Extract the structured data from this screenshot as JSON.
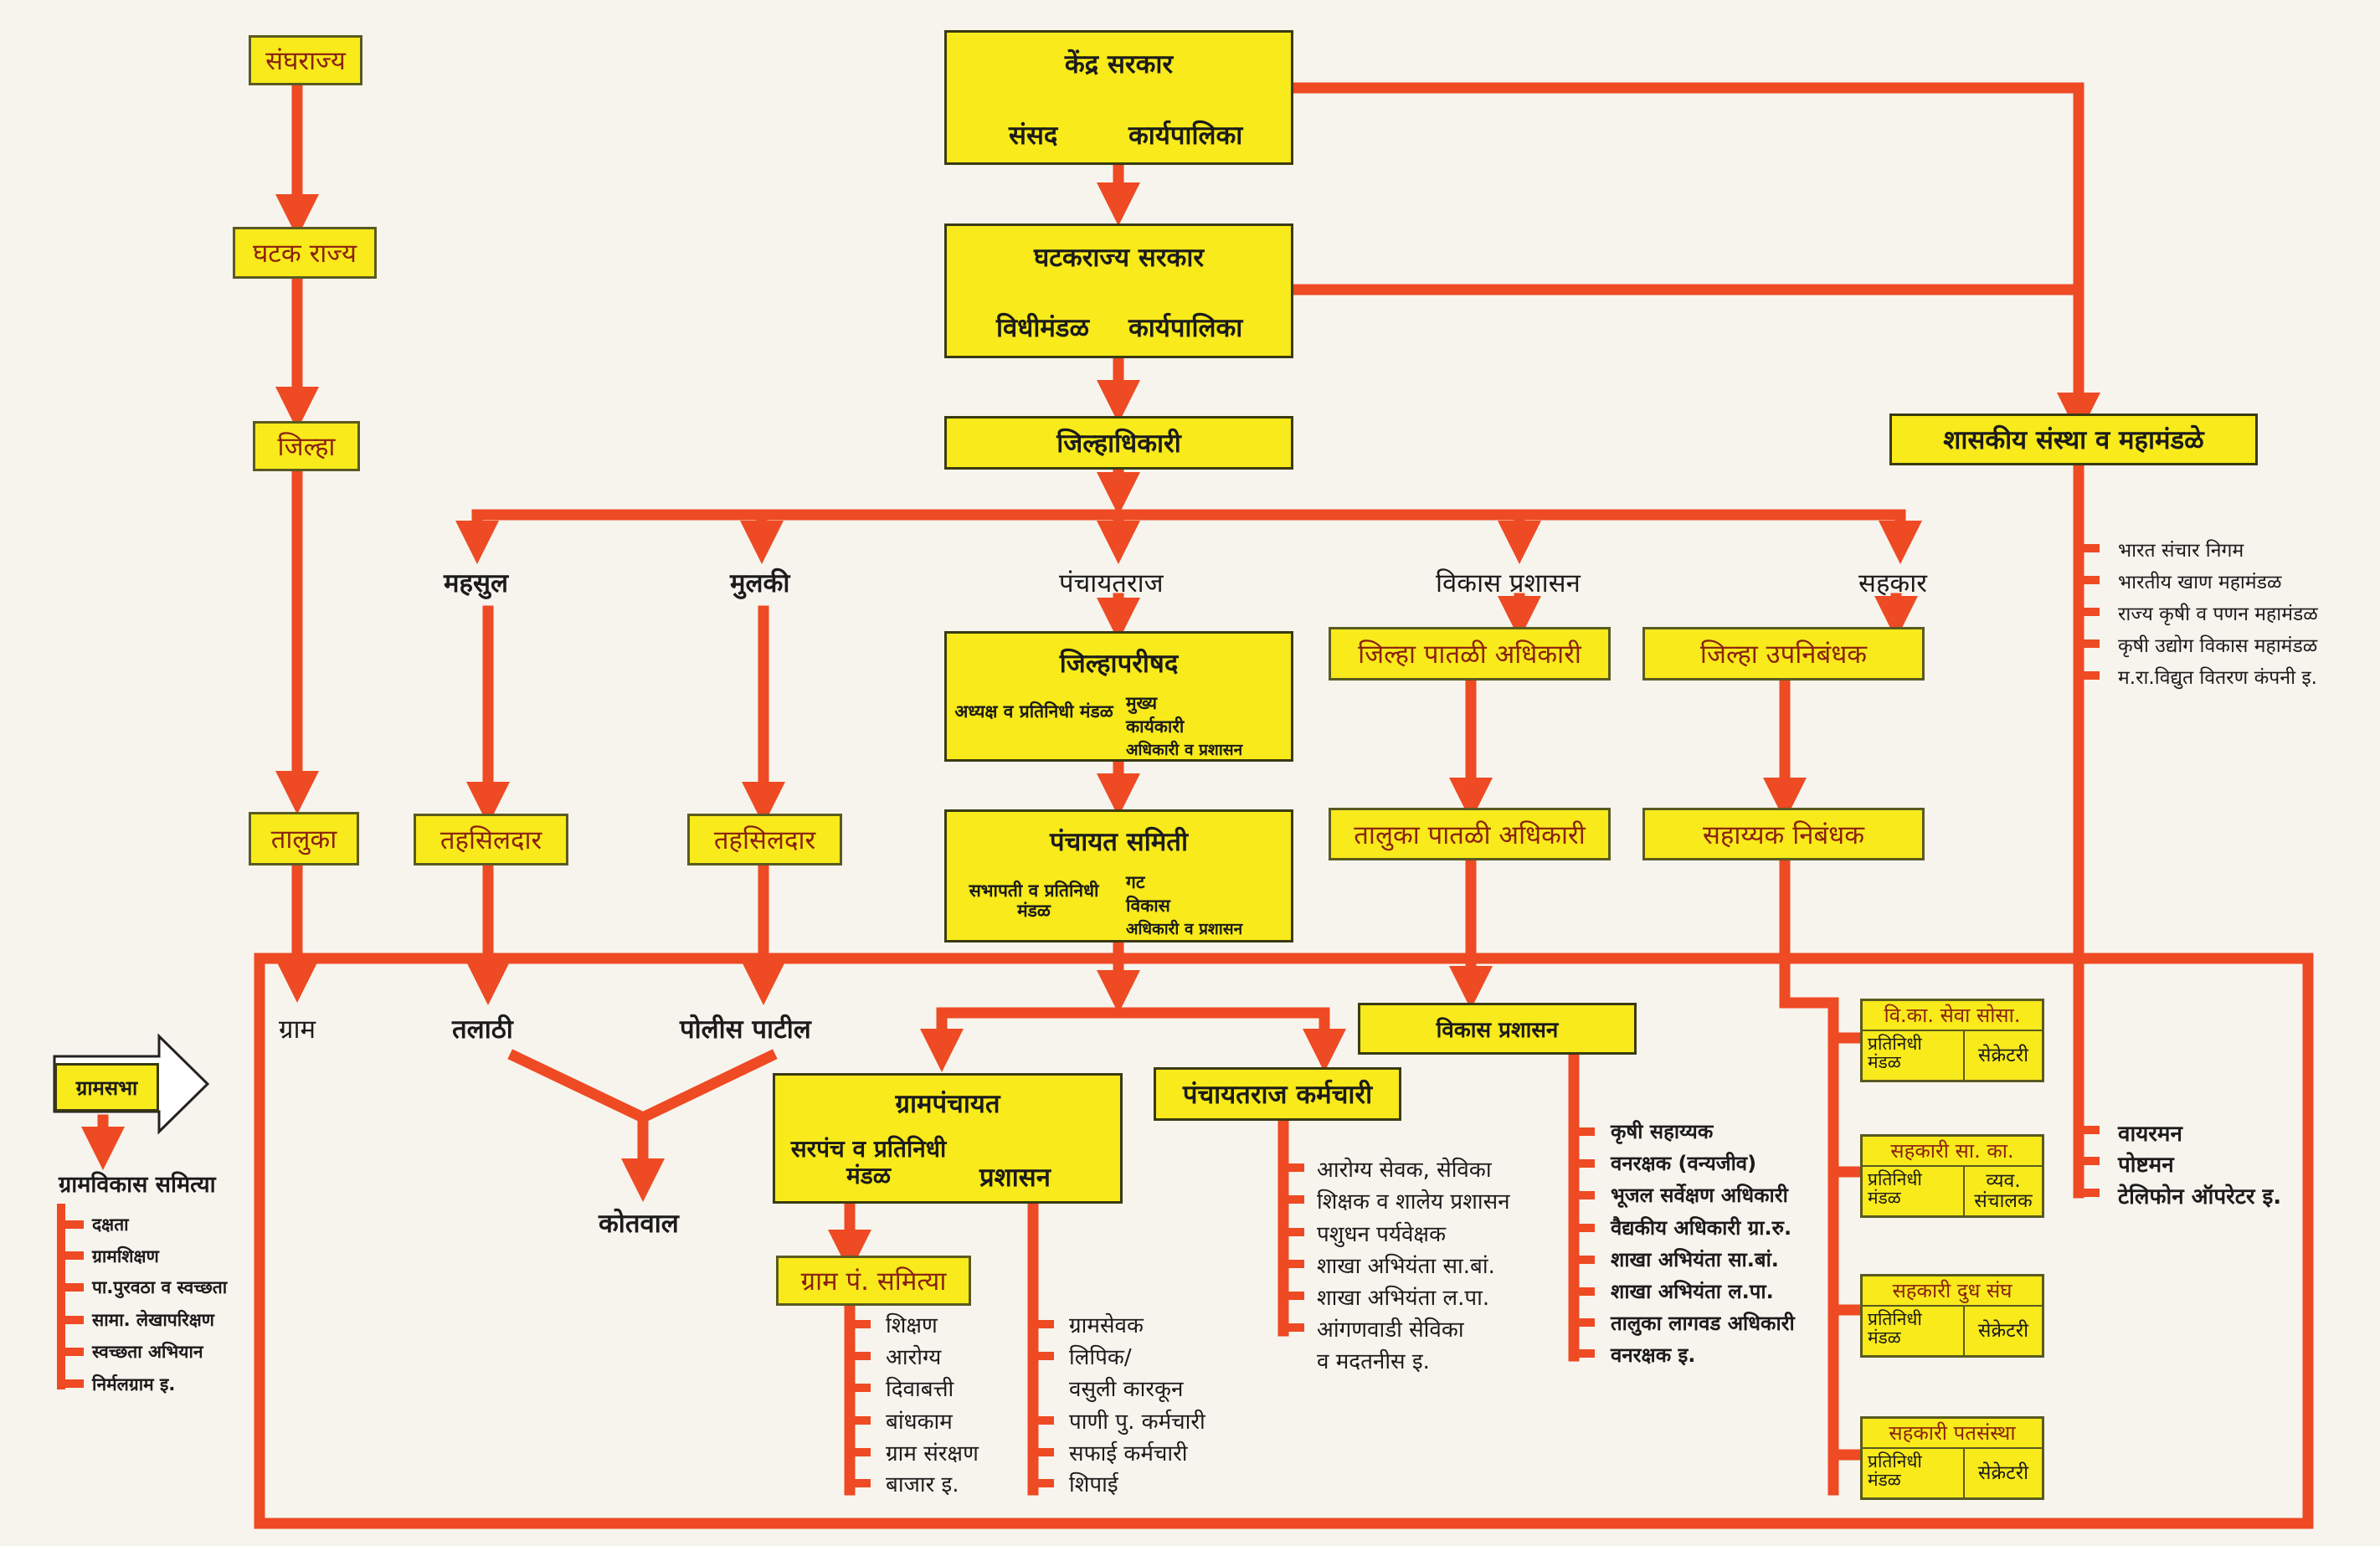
{
  "federation_column": {
    "union": "संघराज्य",
    "state": "घटक राज्य",
    "district": "जिल्हा",
    "taluka": "तालुका",
    "village": "ग्राम"
  },
  "central_govt": {
    "title": "केंद्र सरकार",
    "left": "संसद",
    "right": "कार्यपालिका"
  },
  "state_govt": {
    "title": "घटकराज्य सरकार",
    "left": "विधीमंडळ",
    "right": "कार्यपालिका"
  },
  "collector": "जिल्हाधिकारी",
  "branches": {
    "revenue": "महसुल",
    "civil": "मुलकी",
    "panchayat_raj": "पंचायतराज",
    "development": "विकास प्रशासन",
    "cooperation": "सहकार"
  },
  "zilla_parishad": {
    "title": "जिल्हापरीषद",
    "left": "अध्यक्ष व प्रतिनिधी मंडळ",
    "right_line1": "मुख्य",
    "right_line2": "कार्यकारी",
    "right_line3": "अधिकारी व प्रशासन"
  },
  "panchayat_samiti": {
    "title": "पंचायत समिती",
    "left": "सभापती व प्रतिनिधी मंडळ",
    "right_line1": "गट",
    "right_line2": "विकास",
    "right_line3": "अधिकारी व प्रशासन"
  },
  "tahsildar_revenue": "तहसिलदार",
  "tahsildar_civil": "तहसिलदार",
  "district_officer": "जिल्हा पातळी अधिकारी",
  "taluka_officer": "तालुका पातळी अधिकारी",
  "district_subregistrar": "जिल्हा उपनिबंधक",
  "assistant_registrar": "सहाय्यक निबंधक",
  "govt_institutions": {
    "title": "शासकीय संस्था व महामंडळे",
    "items": [
      "भारत संचार निगम",
      "भारतीय खाण महामंडळ",
      "राज्य कृषी व पणन महामंडळ",
      "कृषी उद्योग विकास महामंडळ",
      "म.रा.विद्युत वितरण कंपनी इ."
    ],
    "staff": [
      "वायरमन",
      "पोष्टमन",
      "टेलिफोन ऑपरेटर इ."
    ]
  },
  "village_level": {
    "talathi": "तलाठी",
    "police_patil": "पोलीस पाटील",
    "kotwal": "कोतवाल"
  },
  "gram_sabha": {
    "title": "ग्रामसभा",
    "committees_title": "ग्रामविकास समित्या",
    "items": [
      "दक्षता",
      "ग्रामशिक्षण",
      "पा.पुरवठा व स्वच्छता",
      "सामा. लेखापरिक्षण",
      "स्वच्छता अभियान",
      "निर्मलग्राम इ."
    ]
  },
  "gram_panchayat": {
    "title": "ग्रामपंचायत",
    "left": "सरपंच व प्रतिनिधी मंडळ",
    "right": "प्रशासन",
    "committees_title": "ग्राम पं. समित्या",
    "committees": [
      "शिक्षण",
      "आरोग्य",
      "दिवाबत्ती",
      "बांधकाम",
      "ग्राम संरक्षण",
      "बाजार इ."
    ],
    "staff": [
      "ग्रामसेवक",
      "लिपिक/",
      "वसुली कारकून",
      "पाणी पु. कर्मचारी",
      "सफाई कर्मचारी",
      "शिपाई"
    ]
  },
  "panchayat_staff": {
    "title": "पंचायतराज कर्मचारी",
    "items": [
      "आरोग्य सेवक, सेविका",
      "शिक्षक व शालेय प्रशासन",
      "पशुधन पर्यवेक्षक",
      "शाखा अभियंता सा.बां.",
      "शाखा अभियंता ल.पा.",
      "आंगणवाडी सेविका",
      "व मदतनीस इ."
    ]
  },
  "development_admin": {
    "title": "विकास प्रशासन",
    "items": [
      "कृषी सहाय्यक",
      "वनरक्षक (वन्यजीव)",
      "भूजल सर्वेक्षण अधिकारी",
      "वैद्यकीय अधिकारी ग्रा.रु.",
      "शाखा अभियंता सा.बां.",
      "शाखा अभियंता ल.पा.",
      "तालुका लागवड अधिकारी",
      "वनरक्षक इ."
    ]
  },
  "cooperatives": [
    {
      "title": "वि.का. सेवा सोसा.",
      "left": "प्रतिनिधी मंडळ",
      "right": "सेक्रेटरी"
    },
    {
      "title": "सहकारी सा. का.",
      "left": "प्रतिनिधी मंडळ",
      "right": "व्यव. संचालक"
    },
    {
      "title": "सहकारी दुध संघ",
      "left": "प्रतिनिधी मंडळ",
      "right": "सेक्रेटरी"
    },
    {
      "title": "सहकारी पतसंस्था",
      "left": "प्रतिनिधी मंडळ",
      "right": "सेक्रेटरी"
    }
  ],
  "colors": {
    "box_fill": "#f8ea1b",
    "connector": "#ee4a23",
    "background": "#f7f4ee"
  }
}
